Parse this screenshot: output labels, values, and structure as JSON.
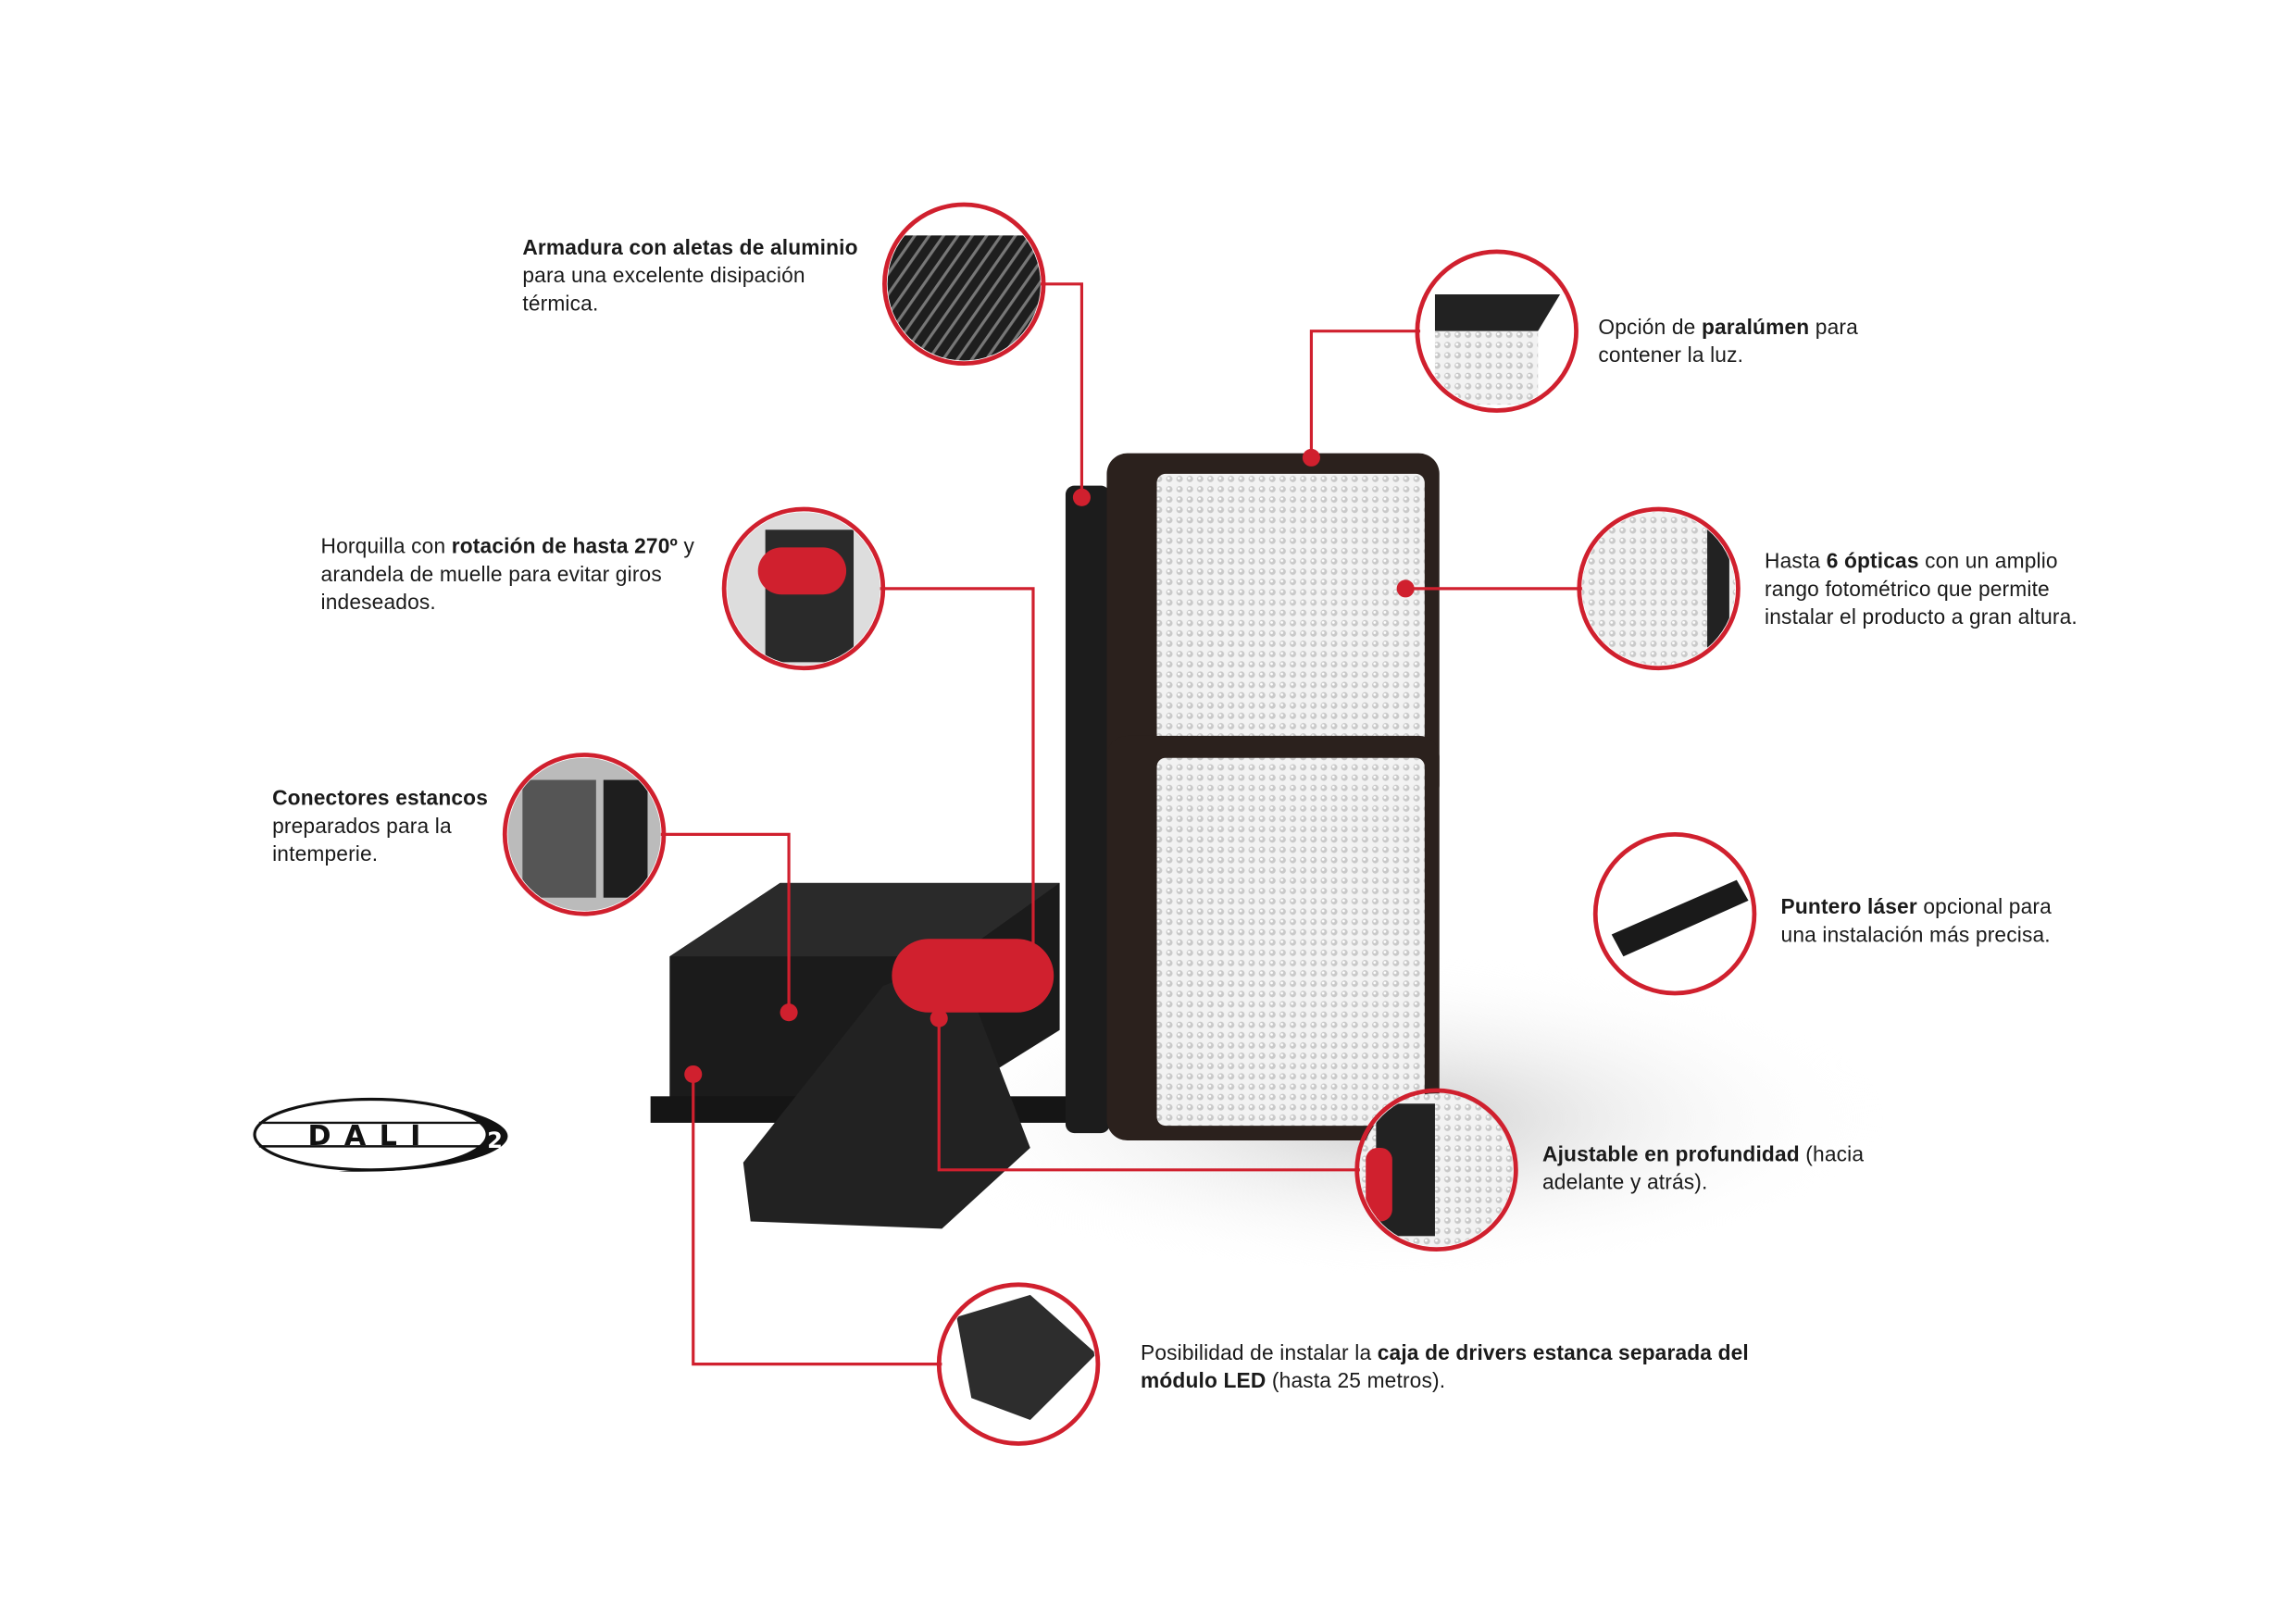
{
  "accent_color": "#d0202e",
  "logo": {
    "text": "DALI",
    "version": "2"
  },
  "callouts": [
    {
      "id": "armadura",
      "bold": "Armadura con aletas de aluminio",
      "rest": " para una excelente disipación térmica."
    },
    {
      "id": "paralumen",
      "pre": "Opción de ",
      "bold": "paralúmen",
      "rest": " para contener la luz."
    },
    {
      "id": "horquilla",
      "pre": "Horquilla con ",
      "bold": "rotación de hasta 270º",
      "rest": " y arandela de muelle para evitar giros indeseados."
    },
    {
      "id": "opticas",
      "pre": "Hasta ",
      "bold": "6 ópticas",
      "rest": " con un amplio rango fotométrico que permite instalar el producto a gran altura."
    },
    {
      "id": "conectores",
      "bold": "Conectores estancos",
      "rest": " preparados para la intemperie."
    },
    {
      "id": "laser",
      "bold": "Puntero láser",
      "rest": " opcional para una instalación más precisa."
    },
    {
      "id": "ajustable",
      "bold": "Ajustable en profundidad",
      "rest": " (hacia adelante y atrás)."
    },
    {
      "id": "drivers",
      "pre": "Posibilidad de instalar la ",
      "bold": "caja de drivers estanca separada del módulo LED",
      "rest": " (hasta 25 metros)."
    }
  ]
}
